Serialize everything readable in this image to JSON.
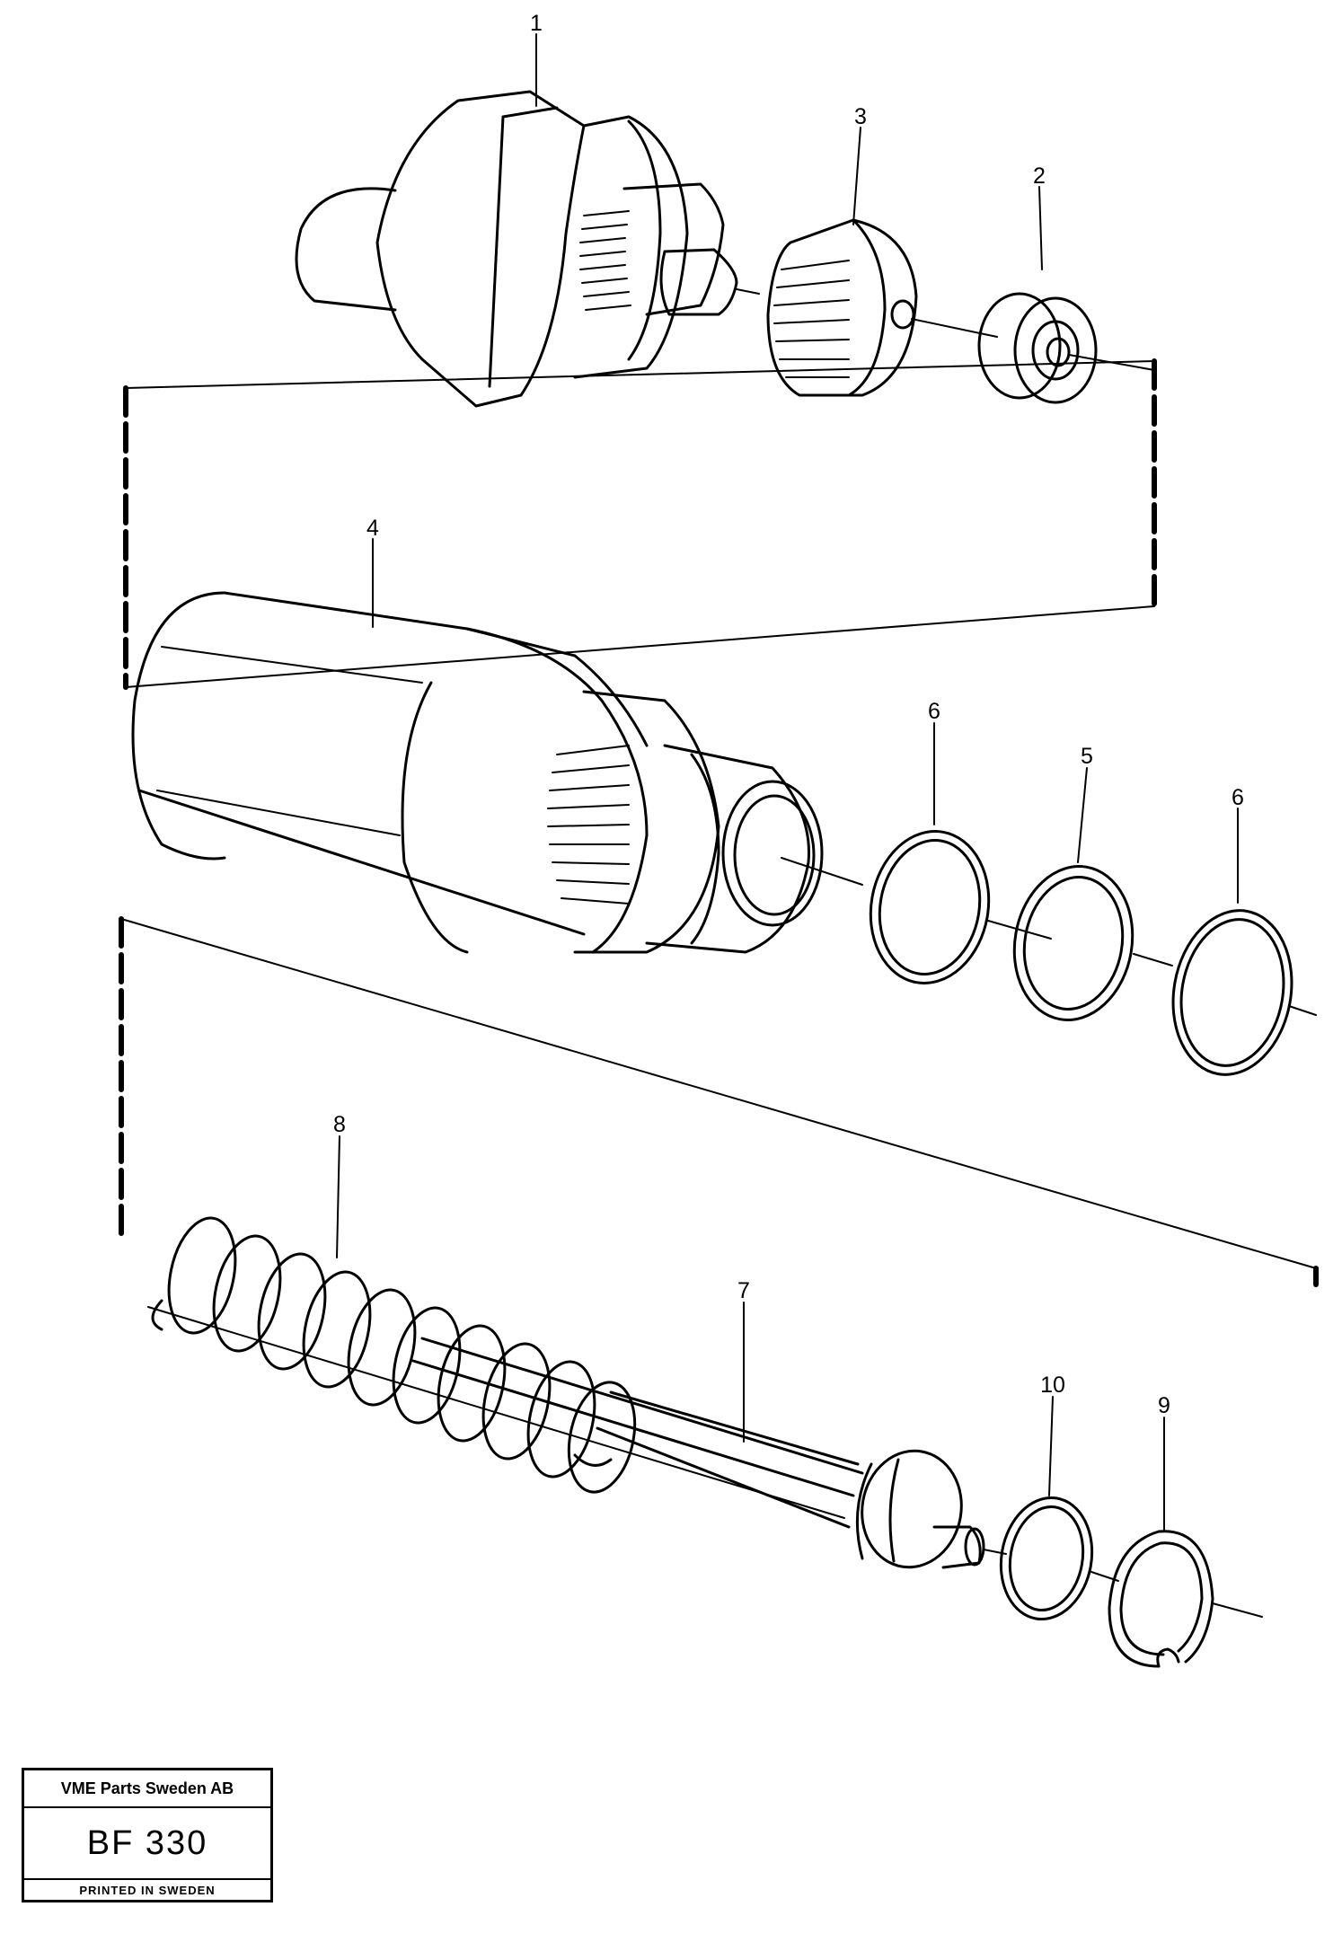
{
  "callouts": [
    {
      "key": "c1",
      "text": "1"
    },
    {
      "key": "c2",
      "text": "2"
    },
    {
      "key": "c3",
      "text": "3"
    },
    {
      "key": "c4",
      "text": "4"
    },
    {
      "key": "c5",
      "text": "5"
    },
    {
      "key": "c6a",
      "text": "6"
    },
    {
      "key": "c6b",
      "text": "6"
    },
    {
      "key": "c7",
      "text": "7"
    },
    {
      "key": "c8",
      "text": "8"
    },
    {
      "key": "c9",
      "text": "9"
    },
    {
      "key": "c10",
      "text": "10"
    }
  ],
  "title_block": {
    "company": "VME Parts Sweden AB",
    "code": "BF 330",
    "printed": "PRINTED IN SWEDEN"
  }
}
